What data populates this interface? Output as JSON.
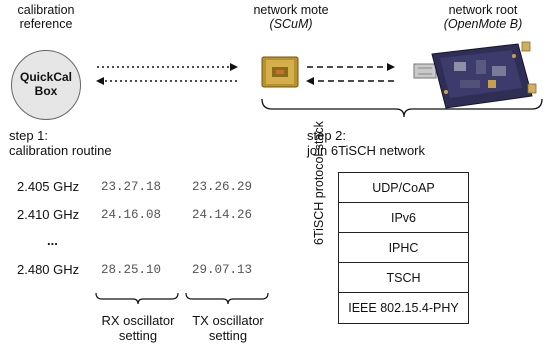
{
  "top": {
    "calibration_reference": [
      "calibration",
      "reference"
    ],
    "network_mote": {
      "title": "network mote",
      "subtitle": "(SCuM)"
    },
    "network_root": {
      "title": "network root",
      "subtitle": "(OpenMote B)"
    }
  },
  "quickcal": [
    "QuickCal",
    "Box"
  ],
  "step1": {
    "title": "step 1:",
    "subtitle": "calibration routine"
  },
  "step2": {
    "title": "step 2:",
    "subtitle": "join 6TiSCH network"
  },
  "calibration_table": {
    "rows": [
      {
        "freq": "2.405 GHz",
        "rx": "23.27.18",
        "tx": "23.26.29"
      },
      {
        "freq": "2.410 GHz",
        "rx": "24.16.08",
        "tx": "24.14.26"
      },
      {
        "freq": "...",
        "rx": "",
        "tx": ""
      },
      {
        "freq": "2.480 GHz",
        "rx": "28.25.10",
        "tx": "29.07.13"
      }
    ],
    "rx_label": [
      "RX oscillator",
      "setting"
    ],
    "tx_label": [
      "TX oscillator",
      "setting"
    ]
  },
  "protocol_stack": {
    "label": "6TiSCH protocol stack",
    "layers": [
      "UDP/CoAP",
      "IPv6",
      "IPHC",
      "TSCH",
      "IEEE 802.15.4-PHY"
    ]
  }
}
